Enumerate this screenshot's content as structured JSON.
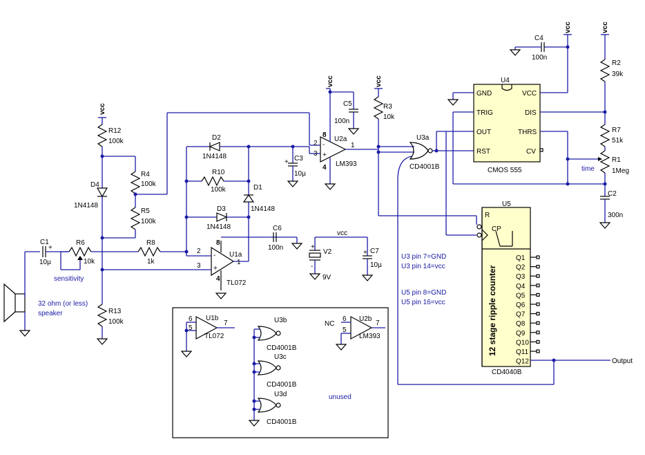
{
  "power": {
    "vcc": "vcc",
    "v2_label": "V2",
    "v2_value": "9V",
    "plus": "+",
    "minus": "-"
  },
  "resistors": {
    "R1": {
      "ref": "R1",
      "value": "1Meg"
    },
    "R2": {
      "ref": "R2",
      "value": "39k"
    },
    "R3": {
      "ref": "R3",
      "value": "10k"
    },
    "R4": {
      "ref": "R4",
      "value": "100k"
    },
    "R5": {
      "ref": "R5",
      "value": "100k"
    },
    "R6": {
      "ref": "R6",
      "value": "10k"
    },
    "R7": {
      "ref": "R7",
      "value": "51k"
    },
    "R8": {
      "ref": "R8",
      "value": "1k"
    },
    "R10": {
      "ref": "R10",
      "value": "100k"
    },
    "R12": {
      "ref": "R12",
      "value": "100k"
    },
    "R13": {
      "ref": "R13",
      "value": "100k"
    }
  },
  "capacitors": {
    "C1": {
      "ref": "C1",
      "value": "10µ"
    },
    "C2": {
      "ref": "C2",
      "value": "300n"
    },
    "C3": {
      "ref": "C3",
      "value": "10µ"
    },
    "C4": {
      "ref": "C4",
      "value": "100n"
    },
    "C5": {
      "ref": "C5",
      "value": "100n"
    },
    "C6": {
      "ref": "C6",
      "value": "100n"
    },
    "C7": {
      "ref": "C7",
      "value": "10µ"
    }
  },
  "diodes": {
    "D1": {
      "ref": "D1",
      "value": "1N4148"
    },
    "D2": {
      "ref": "D2",
      "value": "1N4148"
    },
    "D3": {
      "ref": "D3",
      "value": "1N4148"
    },
    "D4": {
      "ref": "D4",
      "value": "1N4148"
    }
  },
  "ics": {
    "U1a": {
      "ref": "U1a",
      "part": "TL072"
    },
    "U1b": {
      "ref": "U1b",
      "part": "TL072"
    },
    "U2a": {
      "ref": "U2a",
      "part": "LM393"
    },
    "U2b": {
      "ref": "U2b",
      "part": "LM393"
    },
    "U3a": {
      "ref": "U3a",
      "part": "CD4001B"
    },
    "U3b": {
      "ref": "U3b",
      "part": "CD4001B"
    },
    "U3c": {
      "ref": "U3c",
      "part": "CD4001B"
    },
    "U3d": {
      "ref": "U3d",
      "part": "CD4001B"
    },
    "U4": {
      "ref": "U4",
      "part": "CMOS 555",
      "pins": [
        "GND",
        "TRIG",
        "OUT",
        "RST",
        "VCC",
        "DIS",
        "THRS",
        "CV"
      ]
    },
    "U5": {
      "ref": "U5",
      "part": "CD4040B",
      "title": "12 stage ripple counter",
      "pin_r": "R",
      "pin_cp": "CP",
      "outputs": [
        "Q1",
        "Q2",
        "Q3",
        "Q4",
        "Q5",
        "Q6",
        "Q7",
        "Q8",
        "Q9",
        "Q10",
        "Q11",
        "Q12"
      ]
    }
  },
  "pins": {
    "p1": "1",
    "p2": "2",
    "p3": "3",
    "p4": "4",
    "p5": "5",
    "p6": "6",
    "p7": "7",
    "p8": "8",
    "nc": "NC"
  },
  "labels": {
    "speaker": "32 ohm (or less)\nspeaker",
    "speaker_l1": "32 ohm (or less)",
    "speaker_l2": "speaker",
    "sensitivity": "sensitivity",
    "time": "time",
    "output": "Output",
    "unused": "unused",
    "notes": [
      "U3 pin 7=GND",
      "U3 pin 14=vcc",
      "U5 pin 8=GND",
      "U5 pin 16=vcc"
    ]
  }
}
